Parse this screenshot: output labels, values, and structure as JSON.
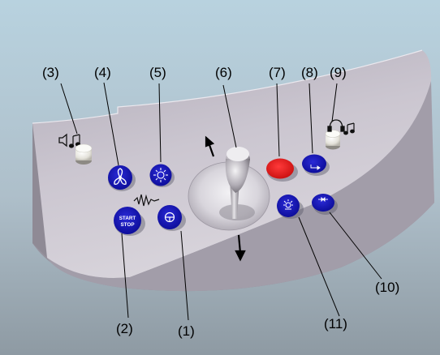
{
  "callouts": {
    "c1": "(1)",
    "c2": "(2)",
    "c3": "(3)",
    "c4": "(4)",
    "c5": "(5)",
    "c6": "(6)",
    "c7": "(7)",
    "c8": "(8)",
    "c9": "(9)",
    "c10": "(10)",
    "c11": "(11)"
  },
  "buttons": {
    "start_stop_line1": "START",
    "start_stop_line2": "STOP",
    "red_button_line1": "",
    "red_button_line2": "",
    "button8_line1": "",
    "button10_line1": ""
  },
  "colors": {
    "background_top": "#b8d2df",
    "background_bottom": "#8e9aa3",
    "panel_top": "#c9c4cf",
    "panel_front": "#a49fab",
    "button_blue": "#1212b0",
    "button_red": "#e01818",
    "knob": "#e8e6df",
    "arrow": "#000000"
  }
}
